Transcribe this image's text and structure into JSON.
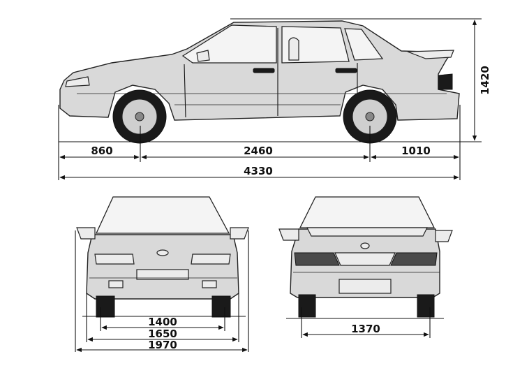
{
  "dimensions": {
    "front_overhang": "860",
    "wheelbase": "2460",
    "rear_overhang": "1010",
    "overall_length": "4330",
    "height": "1420",
    "front_track": "1400",
    "body_width": "1650",
    "width_with_mirrors": "1970",
    "rear_track": "1370"
  },
  "views": {
    "side": "side-view",
    "front": "front-view",
    "rear": "rear-view"
  },
  "colors": {
    "body": "#d9d9d9",
    "line": "#111111",
    "tire": "#1a1a1a"
  }
}
